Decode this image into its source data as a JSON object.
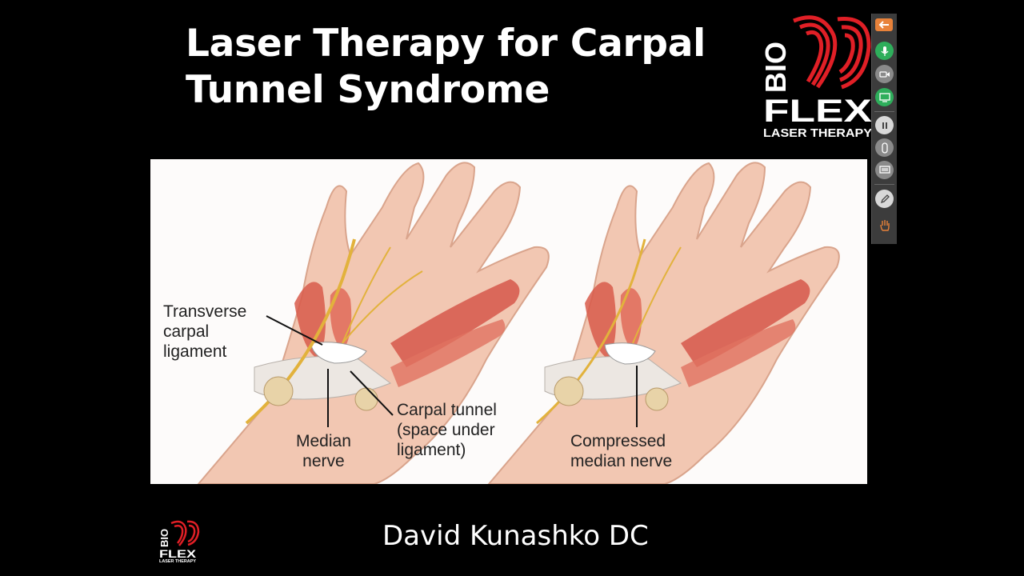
{
  "slide": {
    "title_line1": "Laser Therapy for Carpal",
    "title_line2": "Tunnel Syndrome",
    "presenter": "David Kunashko DC"
  },
  "logo": {
    "top_text": "BIO",
    "main_text": "FLEX",
    "sub_text": "LASER THERAPY",
    "accent_color": "#e01f26"
  },
  "figure": {
    "left_labels": {
      "ligament": [
        "Transverse",
        "carpal",
        "ligament"
      ],
      "median": [
        "Median",
        "nerve"
      ],
      "tunnel": [
        "Carpal tunnel",
        "(space under",
        "ligament)"
      ]
    },
    "right_labels": {
      "compressed": [
        "Compressed",
        "median nerve"
      ]
    }
  },
  "toolbar": {
    "items": [
      {
        "name": "back-arrow-icon",
        "color": "#e8823a"
      },
      {
        "name": "microphone-icon",
        "color": "#2eae5b"
      },
      {
        "name": "video-camera-icon",
        "color": "#8a8a8a"
      },
      {
        "name": "screen-share-icon",
        "color": "#2eae5b"
      },
      {
        "name": "pause-icon",
        "color": "#d8d8d8"
      },
      {
        "name": "mouse-icon",
        "color": "#8a8a8a"
      },
      {
        "name": "monitor-icon",
        "color": "#8a8a8a"
      },
      {
        "name": "pen-icon",
        "color": "#d8d8d8"
      },
      {
        "name": "hand-icon",
        "color": "#e8823a"
      }
    ]
  }
}
